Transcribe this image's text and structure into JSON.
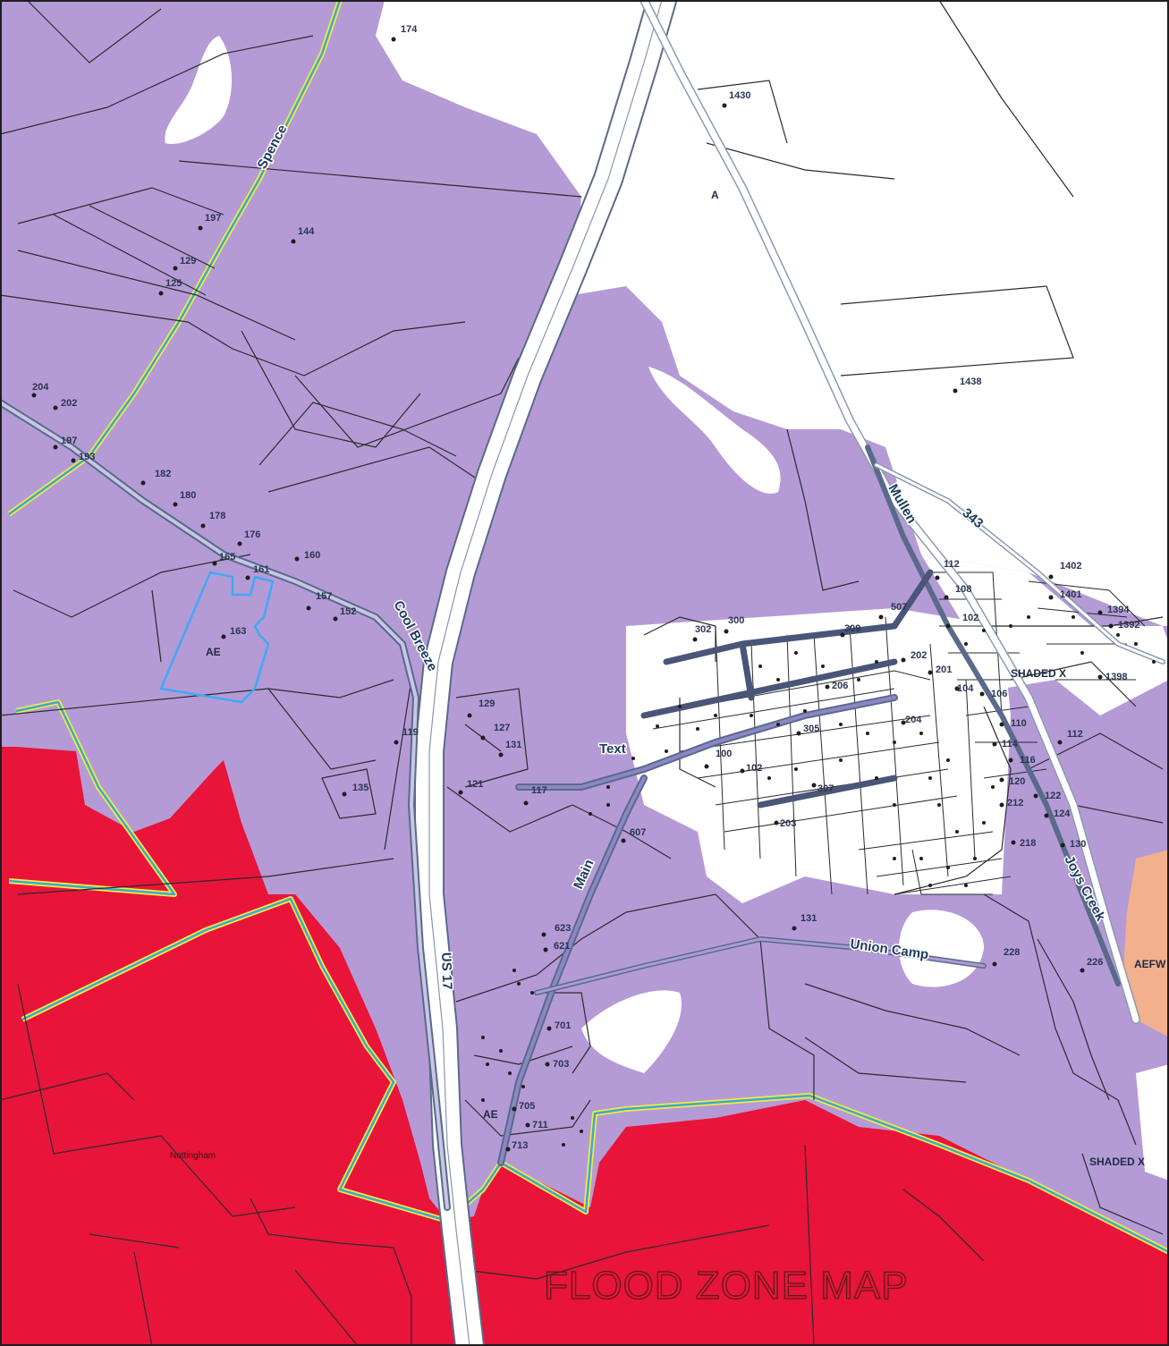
{
  "map": {
    "title": "FLOOD ZONE MAP",
    "colors": {
      "zone_ae": "#b49bd6",
      "zone_ve": "#e8143a",
      "zone_x": "#ffffff",
      "zone_aefw": "#f2b08c",
      "boundary_outer": "#f4ea3a",
      "boundary_inner": "#3aa8d8",
      "parcel_line": "#2b2b2b",
      "road_fill": "#ffffff",
      "road_outline": "#5a6a8a",
      "highlight_parcel": "#3fa9f5"
    },
    "roads": {
      "spence": "Spence",
      "cool_breeze": "Cool Breeze",
      "us17": "US 17",
      "main": "Main",
      "union_camp": "Union Camp",
      "mullen": "Mullen",
      "r343": "343",
      "joys_creek": "Joys Creek",
      "text": "Text",
      "a": "A"
    },
    "zones": {
      "ae_parcel": "AE",
      "ae_south": "AE",
      "aefw": "AEFW",
      "shaded_x_1": "SHADED X",
      "shaded_x_2": "SHADED X",
      "nottingham": "Nottingham"
    },
    "parcels": {
      "p174": "174",
      "p1430": "1430",
      "p144": "144",
      "p197a": "197",
      "p129": "129",
      "p125": "125",
      "p1438": "1438",
      "p204": "204",
      "p202": "202",
      "p197b": "197",
      "p193": "193",
      "p182": "182",
      "p180": "180",
      "p178": "178",
      "p176": "176",
      "p165": "165",
      "p161": "161",
      "p160": "160",
      "p157": "157",
      "p152": "152",
      "p163": "163",
      "p119": "119",
      "p129b": "129",
      "p127": "127",
      "p131a": "131",
      "p135": "135",
      "p121": "121",
      "p117": "117",
      "p302": "302",
      "p300": "300",
      "p100": "100",
      "p102": "102",
      "p305": "305",
      "p307": "307",
      "p203": "203",
      "p607": "607",
      "p131b": "131",
      "p623": "623",
      "p621": "621",
      "p701": "701",
      "p703": "703",
      "p705": "705",
      "p711": "711",
      "p713": "713",
      "p112": "112",
      "p108": "108",
      "p102b": "102",
      "p104": "104",
      "p106": "106",
      "p110": "110",
      "p114": "114",
      "p116": "116",
      "p120": "120",
      "p122": "122",
      "p124": "124",
      "p130": "130",
      "p1402": "1402",
      "p1401": "1401",
      "p1394": "1394",
      "p1392": "1392",
      "p1398": "1398",
      "p112b": "112",
      "p226": "226",
      "p228": "228",
      "p212": "212",
      "p218": "218",
      "p309": "309",
      "p507": "507",
      "p202b": "202",
      "p201": "201",
      "p204b": "204",
      "p206": "206"
    }
  }
}
